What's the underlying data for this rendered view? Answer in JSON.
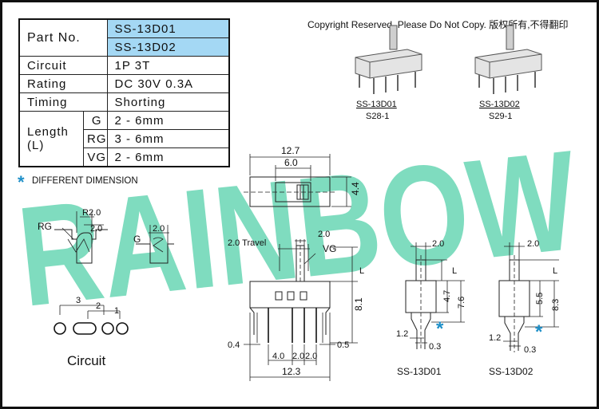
{
  "watermark": "RAINBOW",
  "copyright": "Copyright Reserved, Please Do Not Copy. 版权所有,不得翻印",
  "spec_table": {
    "part_no_label": "Part No.",
    "part_numbers": [
      "SS-13D01",
      "SS-13D02"
    ],
    "circuit_label": "Circuit",
    "circuit_value": "1P 3T",
    "rating_label": "Rating",
    "rating_value": "DC 30V 0.3A",
    "timing_label": "Timing",
    "timing_value": "Shorting",
    "length_label": "Length (L)",
    "lengths": [
      {
        "code": "G",
        "range": "2 - 6mm"
      },
      {
        "code": "RG",
        "range": "3 - 6mm"
      },
      {
        "code": "VG",
        "range": "2 - 6mm"
      }
    ]
  },
  "different_dimension": "DIFFERENT DIMENSION",
  "product_photos": [
    {
      "model": "SS-13D01",
      "code": "S28-1"
    },
    {
      "model": "SS-13D02",
      "code": "S29-1"
    }
  ],
  "actuator_types": {
    "rg_label": "RG",
    "rg_radius": "R2.0",
    "rg_width": "2.0",
    "g_label": "G",
    "g_width": "2.0"
  },
  "circuit_diagram": {
    "pins": [
      "3",
      "2",
      "1"
    ],
    "caption": "Circuit"
  },
  "top_view": {
    "overall": "12.7",
    "inner": "6.0",
    "height": "4.4"
  },
  "front_view": {
    "travel": "2.0 Travel",
    "knob_width": "2.0",
    "vg_label": "VG",
    "l_label": "L",
    "body_height": "8.1",
    "pin_thickness": "0.4",
    "pin_width": "0.5",
    "dim_a": "4.0",
    "dim_b": "2.0",
    "dim_c": "2.0",
    "overall": "12.3"
  },
  "side_views": [
    {
      "model": "SS-13D01",
      "top": "2.0",
      "l": "L",
      "h1": "4.7",
      "h2": "7.6",
      "w1": "1.2",
      "w2": "0.3"
    },
    {
      "model": "SS-13D02",
      "top": "2.0",
      "l": "L",
      "h1": "5.5",
      "h2": "8.3",
      "w1": "1.2",
      "w2": "0.3"
    }
  ],
  "colors": {
    "watermark": "#7fdcbf",
    "header_cell": "#a4d8f4",
    "asterisk": "#1e8fc8"
  }
}
